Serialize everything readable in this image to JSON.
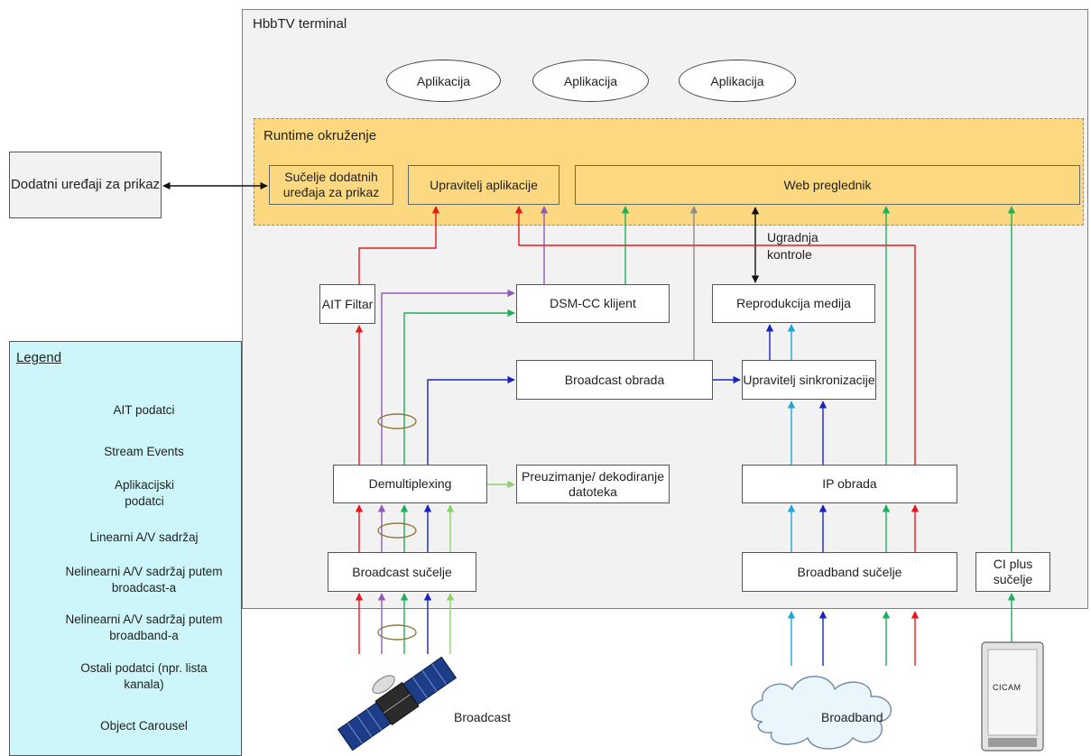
{
  "terminal": {
    "title": "HbbTV terminal"
  },
  "apps": [
    "Aplikacija",
    "Aplikacija",
    "Aplikacija"
  ],
  "runtime": {
    "title": "Runtime okruženje",
    "companion_interface": "Sučelje dodatnih uređaja za prikaz",
    "app_manager": "Upravitelj aplikacije",
    "browser": "Web preglednik"
  },
  "external_devices": "Dodatni uređaji za prikaz",
  "embedding_label": "Ugradnja kontrole",
  "blocks": {
    "ait_filter": "AIT Filtar",
    "dsmcc_client": "DSM-CC klijent",
    "media_playback": "Reprodukcija medija",
    "broadcast_processing": "Broadcast obrada",
    "sync_manager": "Upravitelj sinkronizacije",
    "demultiplexing": "Demultiplexing",
    "file_download": "Preuzimanje/ dekodiranje datoteka",
    "ip_processing": "IP obrada",
    "broadcast_interface": "Broadcast sučelje",
    "broadband_interface": "Broadband sučelje",
    "ci_plus_interface": "CI plus sučelje"
  },
  "sources": {
    "broadcast": "Broadcast",
    "broadband": "Broadband",
    "cicam": "CICAM"
  },
  "legend": {
    "title": "Legend",
    "items": [
      {
        "label": "AIT podatci",
        "color": "#e8191e"
      },
      {
        "label": "Stream Events",
        "color": "#8e5cb5"
      },
      {
        "label": "Aplikacijski podatci",
        "color": "#1fae5b"
      },
      {
        "label": "Linearni A/V sadržaj",
        "color": "#1a22c2"
      },
      {
        "label": "Nelinearni A/V sadržaj putem broadcast-a",
        "color": "#8fd169"
      },
      {
        "label": "Nelinearni A/V sadržaj putem broadband-a",
        "color": "#1ea6d8"
      },
      {
        "label": "Ostali podatci (npr. lista kanala)",
        "color": "#8c8c8c"
      },
      {
        "label": "Object Carousel",
        "color": "#8c7a3a",
        "icon": "ellipse"
      }
    ]
  }
}
